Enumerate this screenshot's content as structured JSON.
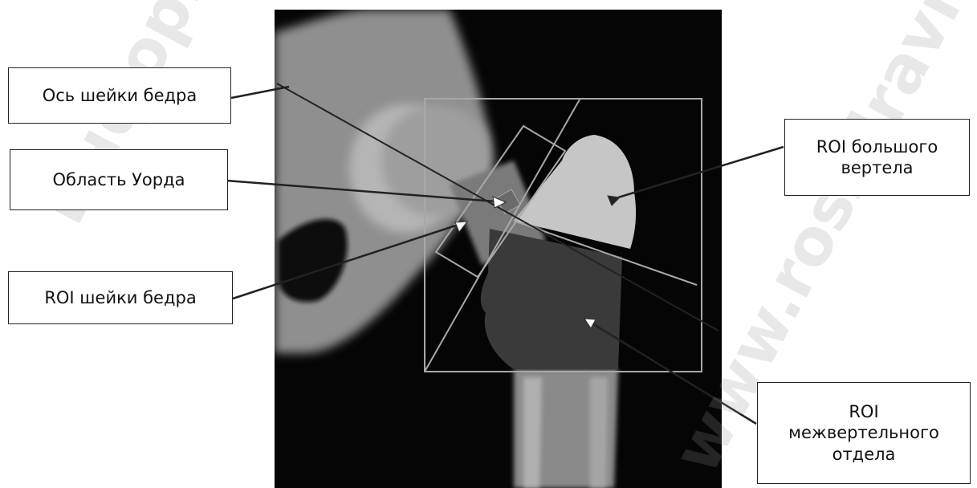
{
  "labels": {
    "neck_axis": "Ось шейки бедра",
    "ward_area": "Область Уорда",
    "neck_roi": "ROI шейки бедра",
    "trochanter_roi_line1": "ROI большого",
    "trochanter_roi_line2": "вертела",
    "intertrochanteric_roi_line1": "ROI",
    "intertrochanteric_roi_line2": "межвертельного",
    "intertrochanteric_roi_line3": "отдела"
  },
  "watermarks": {
    "left": "Информация пол",
    "right": "www.roszdravnadz"
  },
  "colors": {
    "scan_background": "#050505",
    "roi_outline": "#a8a8a8",
    "trochanter_fill": "#c6c6c6",
    "intertrochanter_fill": "#3a3a3a",
    "leader_line": "#222222",
    "watermark": "#969696"
  }
}
